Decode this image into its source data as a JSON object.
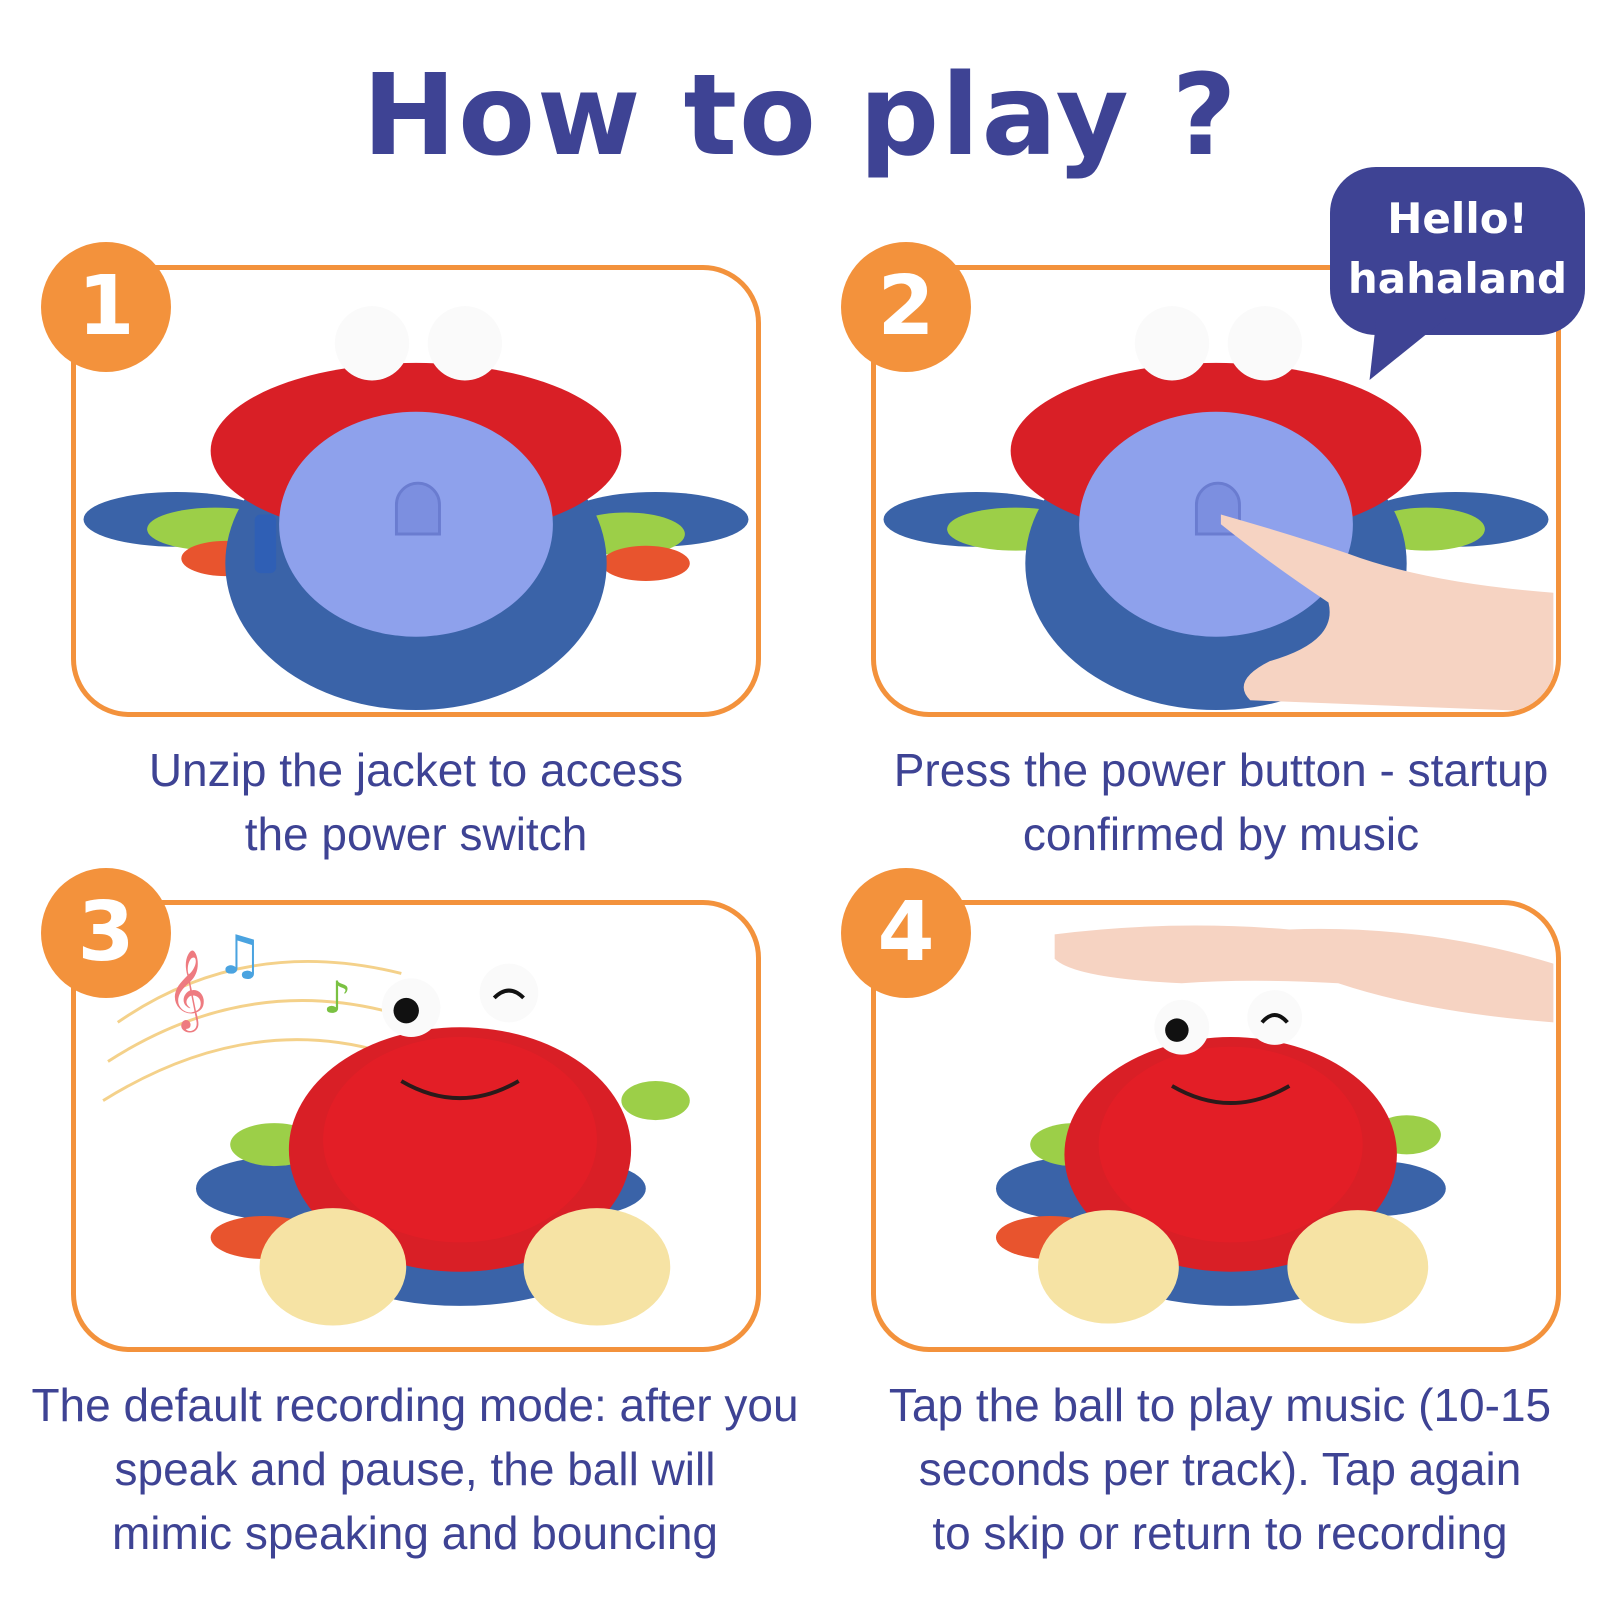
{
  "title": "How to play ?",
  "bubble": {
    "line1": "Hello!",
    "line2": "hahaland"
  },
  "steps": [
    {
      "number": "1",
      "caption": [
        "Unzip the jacket to access",
        "the power switch"
      ]
    },
    {
      "number": "2",
      "caption": [
        "Press the power button - startup",
        "confirmed by music"
      ]
    },
    {
      "number": "3",
      "caption": [
        "The default recording mode: after you",
        "speak and pause, the ball will",
        "mimic speaking and bouncing"
      ]
    },
    {
      "number": "4",
      "caption": [
        "Tap the ball to play music (10-15",
        "seconds per track). Tap again",
        "to skip or return to recording"
      ]
    }
  ],
  "colors": {
    "title": "#3e4394",
    "accent": "#f3923c",
    "crab_red": "#d91f26",
    "crab_blue": "#3a63a8",
    "ball_blue": "#8ea1ec"
  }
}
